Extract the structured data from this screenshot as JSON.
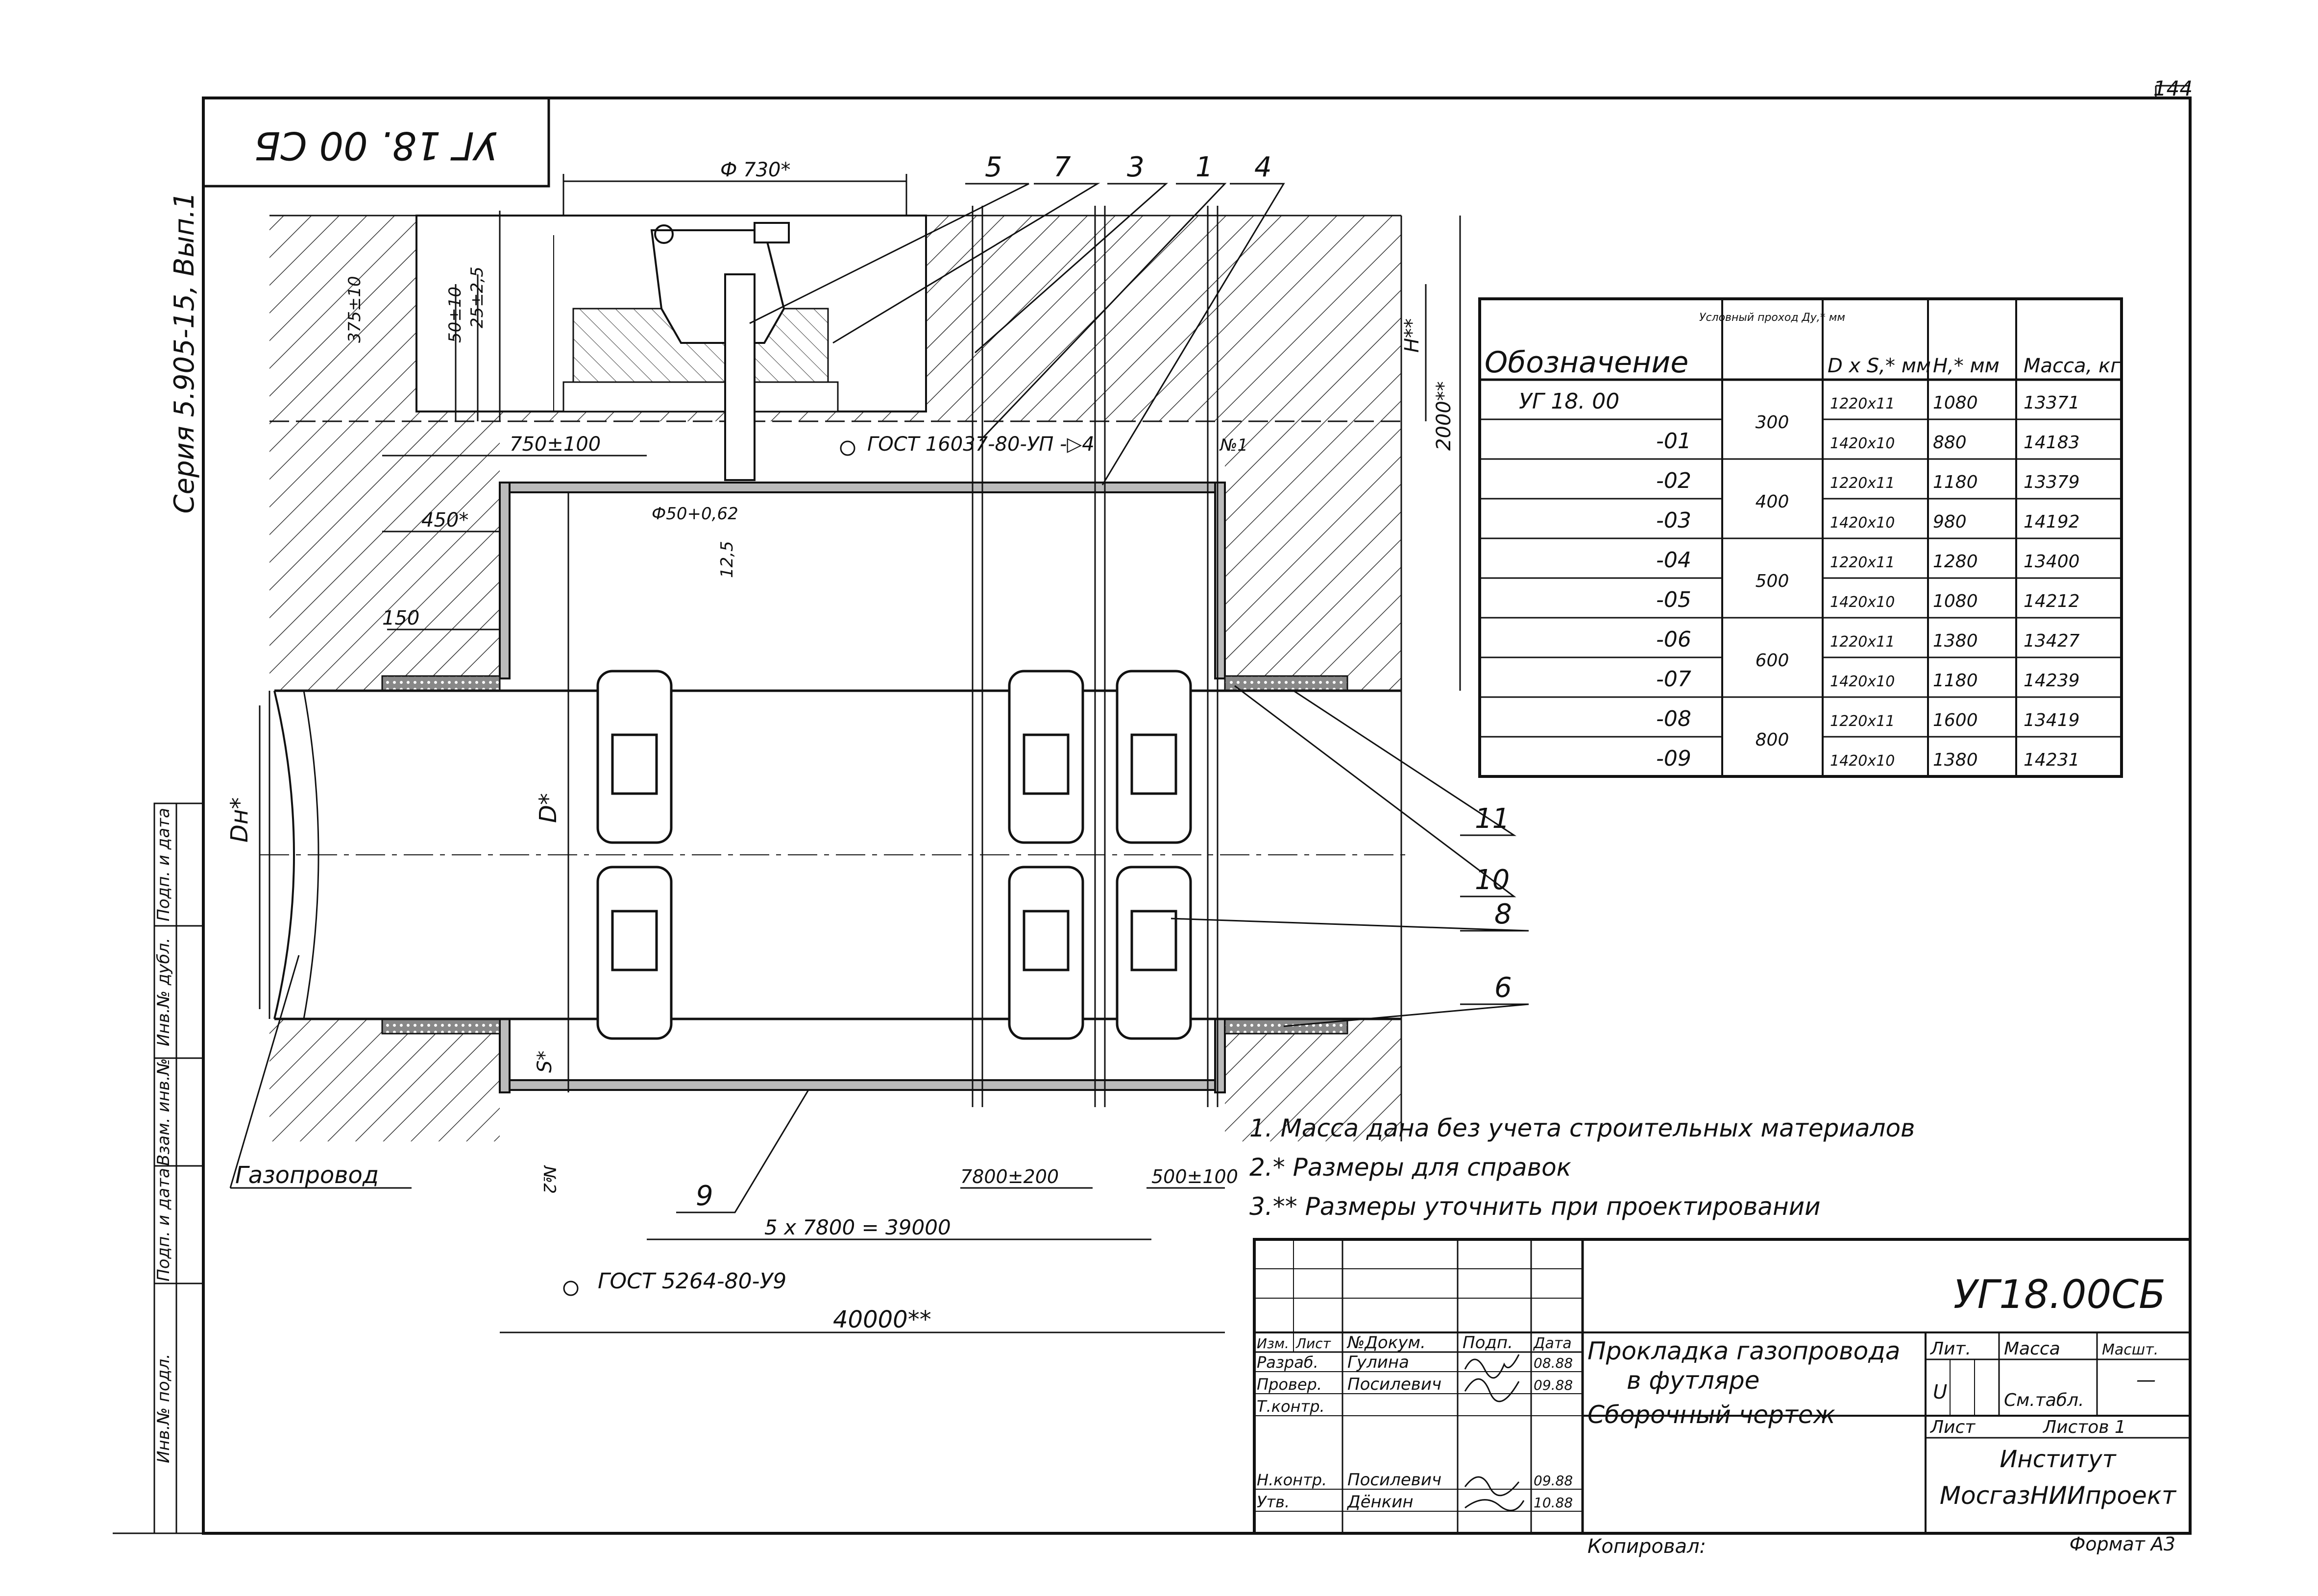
{
  "sheet_number": "144",
  "doc_code_stamp": "УГ 18. 00 СБ",
  "series_label": "Серия 5.905-15, Вып.1",
  "callouts": [
    "5",
    "7",
    "3",
    "1",
    "4",
    "11",
    "10",
    "8",
    "6",
    "9"
  ],
  "dimensions": {
    "diam_top": "Ф 730*",
    "h375": "375±10",
    "h50": "50±10",
    "h25": "25±2,5",
    "d750": "750±100",
    "d450": "450*",
    "d150": "150",
    "bore": "Ф50+0,62",
    "rough": "12,5",
    "gost_weld_top": "ГОСТ 16037-80-УП -▷4",
    "weld_no1": "№1",
    "h_star": "H**",
    "h2000": "2000**",
    "D": "D*",
    "Dv": "Dн*",
    "S": "S*",
    "span7800": "7800±200",
    "d500": "500±100",
    "span5x": "5 x 7800 = 39000",
    "total": "40000**",
    "weld_no2": "№2",
    "gost_weld_bottom": "ГОСТ 5264-80-У9"
  },
  "pipe_label": "Газопровод",
  "table": {
    "headers": [
      "Обозначение",
      "Условный проход Ду,* мм",
      "D x S,* мм",
      "H,* мм",
      "Масса, кг"
    ],
    "rows": [
      [
        "УГ 18. 00",
        "300",
        "1220x11",
        "1080",
        "13371"
      ],
      [
        "-01",
        "",
        "1420x10",
        "880",
        "14183"
      ],
      [
        "-02",
        "400",
        "1220x11",
        "1180",
        "13379"
      ],
      [
        "-03",
        "",
        "1420x10",
        "980",
        "14192"
      ],
      [
        "-04",
        "500",
        "1220x11",
        "1280",
        "13400"
      ],
      [
        "-05",
        "",
        "1420x10",
        "1080",
        "14212"
      ],
      [
        "-06",
        "600",
        "1220x11",
        "1380",
        "13427"
      ],
      [
        "-07",
        "",
        "1420x10",
        "1180",
        "14239"
      ],
      [
        "-08",
        "800",
        "1220x11",
        "1600",
        "13419"
      ],
      [
        "-09",
        "",
        "1420x10",
        "1380",
        "14231"
      ]
    ]
  },
  "notes": [
    "1. Масса дана без учета строительных материалов",
    "2.* Размеры для справок",
    "3.** Размеры уточнить при проектировании"
  ],
  "title_block": {
    "code": "УГ18.00СБ",
    "title_line1": "Прокладка газопровода",
    "title_line2": "в футляре",
    "title_line3": "Сборочный чертеж",
    "col_izm": "Изм.",
    "col_list": "Лист",
    "col_doc": "№Докум.",
    "col_sign": "Подп.",
    "col_date": "Дата",
    "razrab_role": "Разраб.",
    "razrab_name": "Гулина",
    "razrab_date": "08.88",
    "prov_role": "Провер.",
    "prov_name": "Посилевич",
    "prov_date": "09.88",
    "tkontr_role": "Т.контр.",
    "nkontr_role": "Н.контр.",
    "nkontr_name": "Посилевич",
    "nkontr_date": "09.88",
    "utv_role": "Утв.",
    "utv_name": "Дёнкин",
    "utv_date": "10.88",
    "lit_label": "Лит.",
    "mass_label": "Масса",
    "scale_label": "Масшт.",
    "lit_value": "U",
    "mass_value": "См.табл.",
    "scale_value": "—",
    "sheet_label": "Лист",
    "sheets_label": "Листов 1",
    "org1": "Институт",
    "org2": "МосгазНИИпроект",
    "copied": "Копировал:",
    "format": "Формат А3"
  },
  "left_strip": [
    "Инв.№ подл.",
    "Подп. и дата",
    "Взам. инв.№",
    "Инв.№ дубл.",
    "Подп. и дата"
  ]
}
